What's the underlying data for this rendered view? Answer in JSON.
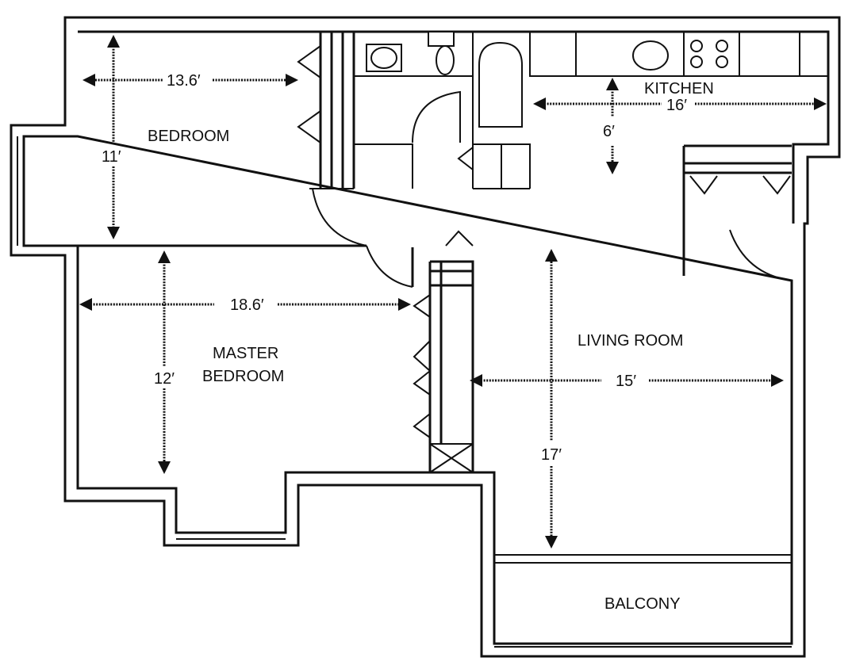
{
  "rooms": {
    "bedroom": "BEDROOM",
    "kitchen": "KITCHEN",
    "master_line1": "MASTER",
    "master_line2": "BEDROOM",
    "living_room": "LIVING ROOM",
    "balcony": "BALCONY"
  },
  "dimensions": {
    "bedroom_width": "13.6′",
    "bedroom_depth": "11′",
    "kitchen_width": "16′",
    "kitchen_depth": "6′",
    "master_width": "18.6′",
    "master_depth": "12′",
    "living_width": "15′",
    "living_depth": "17′"
  }
}
